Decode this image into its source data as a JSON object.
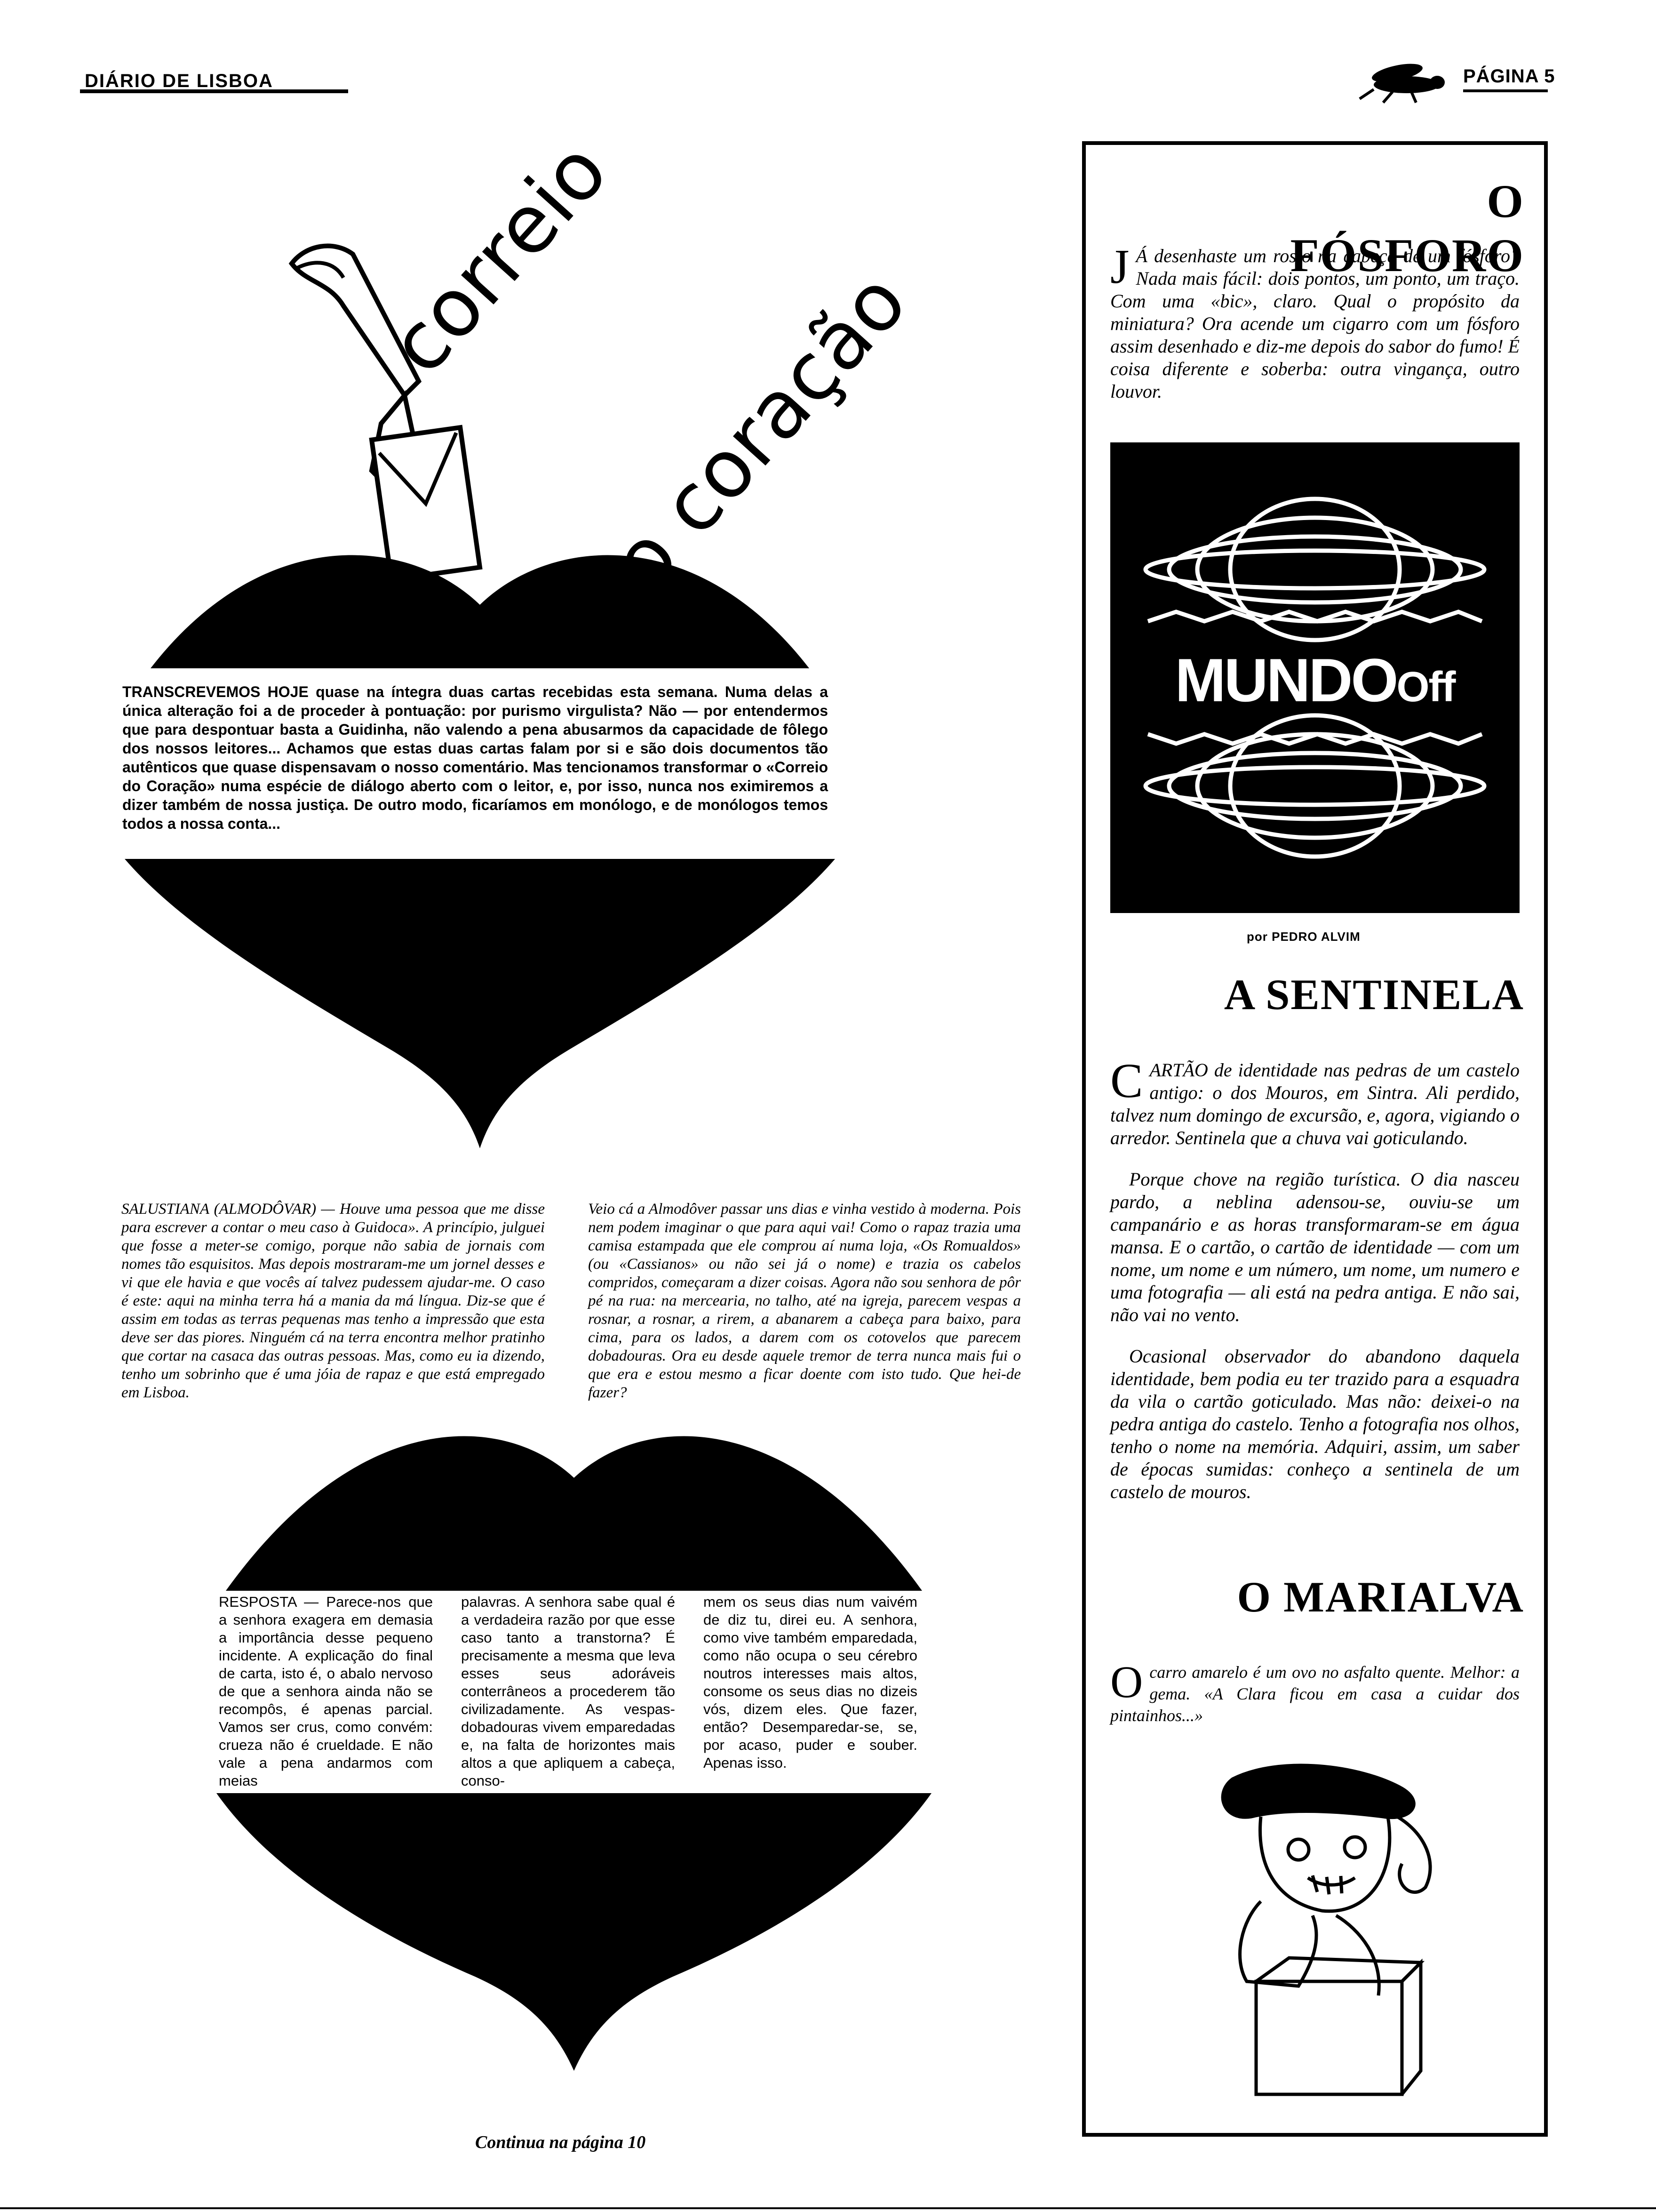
{
  "header": {
    "masthead": "DIÁRIO DE LISBOA",
    "page_label": "PÁGINA 5"
  },
  "left": {
    "title_line1": "correio",
    "title_line2": "do coração",
    "intro": "TRANSCREVEMOS HOJE quase na íntegra duas cartas recebidas esta semana. Numa delas a única alteração foi a de proceder à pontuação: por purismo virgulista? Não — por entendermos que para despontuar basta a Guidinha, não valendo a pena abusarmos da capacidade de fôlego dos nossos leitores... Achamos que estas duas cartas falam por si e são dois documentos tão autênticos que quase dispensavam o nosso comentário. Mas tencionamos transformar o «Correio do Coração» numa espécie de diálogo aberto com o leitor, e, por isso, nunca nos eximiremos a dizer também de nossa justiça. De outro modo, ficaríamos em monólogo, e de monólogos temos todos a nossa conta...",
    "letter_col1": "SALUSTIANA (ALMODÔVAR) — Houve uma pessoa que me disse para escrever a contar o meu caso à Guidoca». A princípio, julguei que fosse a meter-se comigo, porque não sabia de jornais com nomes tão esquisitos. Mas depois mostraram-me um jornel desses e vi que ele havia e que vocês aí talvez pudessem ajudar-me. O caso é este: aqui na minha terra há a mania da má língua. Diz-se que é assim em todas as terras pequenas mas tenho a impressão que esta deve ser das piores. Ninguém cá na terra encontra melhor pratinho que cortar na casaca das outras pessoas. Mas, como eu ia dizendo, tenho um sobrinho que é uma jóia de rapaz e que está empregado em Lisboa.",
    "letter_col2": "Veio cá a Almodôver passar uns dias e vinha vestido à moderna. Pois nem podem imaginar o que para aqui vai! Como o rapaz trazia uma camisa estampada que ele comprou aí numa loja, «Os Romualdos» (ou «Cassianos» ou não sei já o nome) e trazia os cabelos compridos, começaram a dizer coisas. Agora não sou senhora de pôr pé na rua: na mercearia, no talho, até na igreja, parecem vespas a rosnar, a rosnar, a rirem, a abanarem a cabeça para baixo, para cima, para os lados, a darem com os cotovelos que parecem dobadouras. Ora eu desde aquele tremor de terra nunca mais fui o que era e estou mesmo a ficar doente com isto tudo. Que hei-de fazer?",
    "reply_col1": "RESPOSTA — Parece-nos que a senhora exagera em demasia a importância desse pequeno incidente. A explicação do final de carta, isto é, o abalo nervoso de que a senhora ainda não se recompôs, é apenas parcial. Vamos ser crus, como convém: crueza não é crueldade. E não vale a pena andarmos com meias",
    "reply_col2": "palavras. A senhora sabe qual é a verdadeira razão por que esse caso tanto a transtorna? É precisamente a mesma que leva esses seus adoráveis conterrâneos a procederem tão civilizadamente. As vespas-dobadouras vivem emparedadas e, na falta de horizontes mais altos a que apliquem a cabeça, conso-",
    "reply_col3": "mem os seus dias num vaivém de diz tu, direi eu. A senhora, como vive também emparedada, como não ocupa o seu cérebro noutros interesses mais altos, consome os seus dias no dizeis vós, dizem eles. Que fazer, então? Desemparedar-se, se, por acaso, puder e souber. Apenas isso.",
    "continued": "Continua na página 10"
  },
  "sidebar": {
    "fosforo_title": "O FÓSFORO",
    "fosforo_dropcap": "J",
    "fosforo_text": "Á desenhaste um rosto na cabeça de um fósforo? Nada mais fácil: dois pontos, um ponto, um traço. Com uma «bic», claro. Qual o propósito da miniatura? Ora acende um cigarro com um fósforo assim desenhado e diz-me depois do sabor do fumo! É coisa diferente e soberba: outra vingança, outro louvor.",
    "logo_main": "MUNDO",
    "logo_off": "Off",
    "byline": "por PEDRO ALVIM",
    "sentinela_title": "A SENTINELA",
    "sentinela_dropcap": "C",
    "sentinela_p1": "ARTÃO de identidade nas pedras de um castelo antigo: o dos Mouros, em Sintra. Ali perdido, talvez num domingo de excursão, e, agora, vigiando o arredor. Sentinela que a chuva vai goticulando.",
    "sentinela_p2": "Porque chove na região turística. O dia nasceu pardo, a neblina adensou-se, ouviu-se um campanário e as horas transformaram-se em água mansa. E o cartão, o cartão de identidade — com um nome, um nome e um número, um nome, um numero e uma fotografia — ali está na pedra antiga. E não sai, não vai no vento.",
    "sentinela_p3": "Ocasional observador do abandono daquela identidade, bem podia eu ter trazido para a esquadra da vila o cartão goticulado. Mas não: deixei-o na pedra antiga do castelo. Tenho a fotografia nos olhos, tenho o nome na memória. Adquiri, assim, um saber de épocas sumidas: conheço a sentinela de um castelo de mouros.",
    "marialva_title": "O MARIALVA",
    "marialva_dropcap": "O",
    "marialva_text": "carro amarelo é um ovo no asfalto quente. Melhor: a gema. «A Clara ficou em casa a cuidar dos pintainhos...»"
  }
}
